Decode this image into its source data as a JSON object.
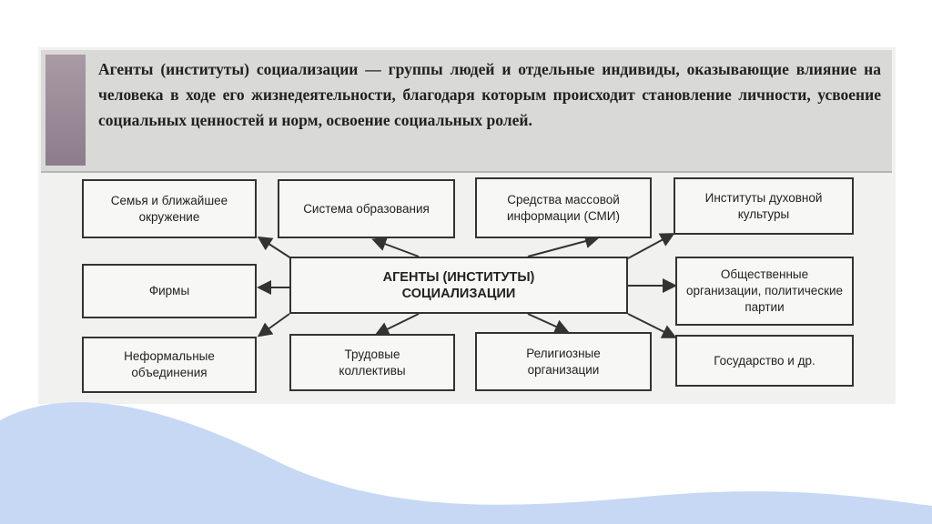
{
  "definition": {
    "term": "Агенты (институты) социализации",
    "text": " — группы людей и отдельные индивиды, оказывающие влияние на человека в ходе его жизнедеятельности, благодаря которым происходит становление личности, усвоение социальных ценностей и норм, освоение социальных ролей."
  },
  "diagram": {
    "center": "АГЕНТЫ (ИНСТИТУТЫ) СОЦИАЛИЗАЦИИ",
    "nodes": {
      "family": "Семья и ближайшее окружение",
      "education": "Система образования",
      "media": "Средства массовой информации (СМИ)",
      "culture": "Институты духовной культуры",
      "firms": "Фирмы",
      "public_orgs": "Общественные организации, политические партии",
      "informal": "Неформальные объединения",
      "labor": "Трудовые коллективы",
      "religious": "Религиозные организации",
      "state": "Государство и др."
    }
  },
  "colors": {
    "wave": "#c6d8f3",
    "stripe": "#9a8a97"
  }
}
